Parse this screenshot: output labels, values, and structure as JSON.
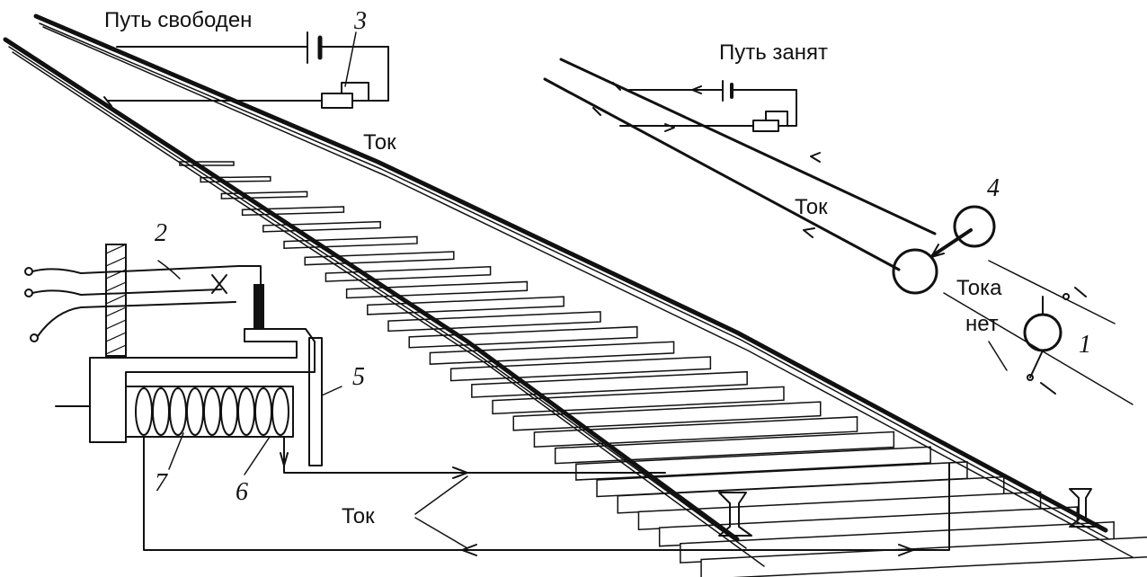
{
  "labels": {
    "track_free": "Путь свободен",
    "track_occupied": "Путь занят",
    "current_top": "Ток",
    "current_right": "Ток",
    "current_bottom": "Ток",
    "no_current_line1": "Тока",
    "no_current_line2": "нет"
  },
  "numbers": {
    "n1": "1",
    "n2": "2",
    "n3": "3",
    "n4": "4",
    "n5": "5",
    "n6": "6",
    "n7": "7"
  }
}
